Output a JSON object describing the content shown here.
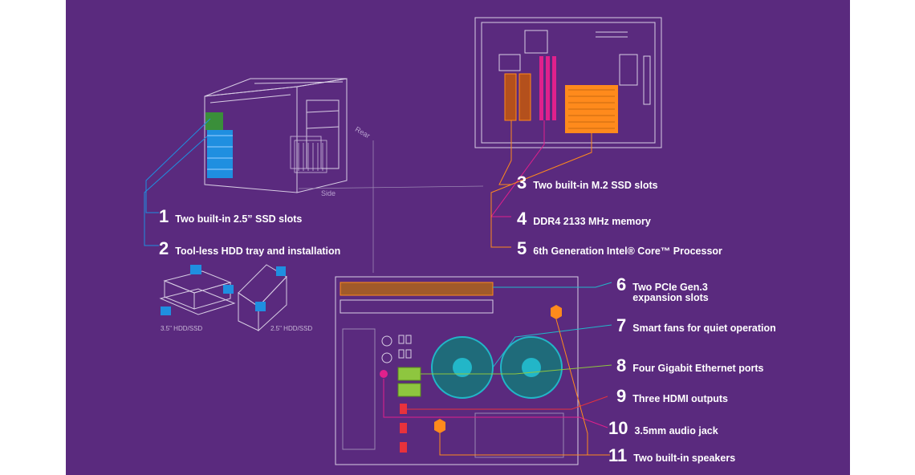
{
  "labels": {
    "side": "Side",
    "rear": "Rear",
    "hdd35": "3.5\" HDD/SSD",
    "hdd25": "2.5\" HDD/SSD"
  },
  "features": [
    {
      "num": "1",
      "text": "Two built-in 2.5”  SSD slots"
    },
    {
      "num": "2",
      "text": "Tool-less HDD tray and installation"
    },
    {
      "num": "3",
      "text": "Two built-in M.2 SSD slots"
    },
    {
      "num": "4",
      "text": "DDR4 2133 MHz memory"
    },
    {
      "num": "5",
      "text": "6th Generation Intel® Core™ Processor"
    },
    {
      "num": "6",
      "text": "Two PCIe Gen.3",
      "text2": "expansion slots"
    },
    {
      "num": "7",
      "text": "Smart fans for quiet operation"
    },
    {
      "num": "8",
      "text": "Four Gigabit Ethernet ports"
    },
    {
      "num": "9",
      "text": "Three HDMI outputs"
    },
    {
      "num": "10",
      "text": "3.5mm audio jack"
    },
    {
      "num": "11",
      "text": "Two built-in speakers"
    }
  ],
  "colors": {
    "background": "#5a2a7e",
    "outline": "#d8cde4",
    "blue": "#1f8fe0",
    "orange": "#ff8a1c",
    "magenta": "#e0208c",
    "teal": "#22b6c8",
    "green": "#8ec63f",
    "red": "#e8323c"
  }
}
